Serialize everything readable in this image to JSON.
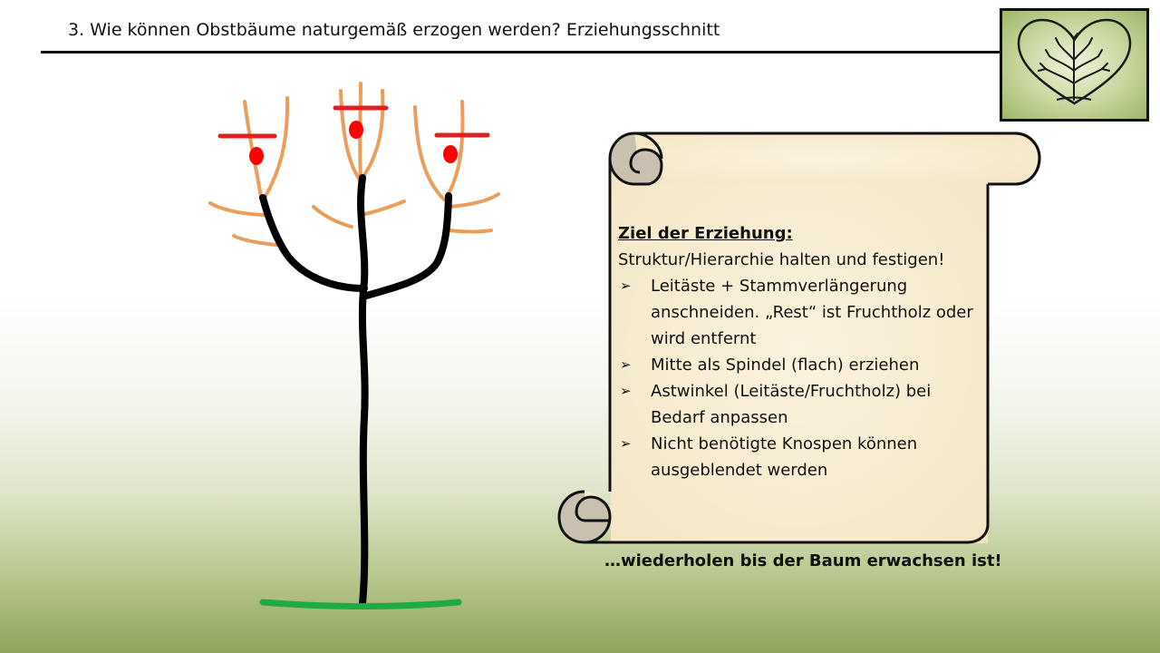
{
  "slide": {
    "title": "3. Wie können Obstbäume naturgemäß erzogen werden? Erziehungsschnitt"
  },
  "logo": {
    "icon": "heart-tree-icon"
  },
  "illustration": {
    "icon": "pruned-tree-icon",
    "colors": {
      "trunk": "#000000",
      "branches": "#eb9d5b",
      "cut_marks": "#e02020",
      "buds": "#ff0000",
      "ground": "#1faa45"
    }
  },
  "scroll": {
    "heading": "Ziel der Erziehung:",
    "subheading": "Struktur/Hierarchie halten und festigen!",
    "points": [
      "Leitäste + Stammverlängerung anschneiden. „Rest“ ist Fruchtholz oder wird entfernt",
      "Mitte als Spindel (flach) erziehen",
      "Astwinkel (Leitäste/Fruchtholz) bei Bedarf anpassen",
      "Nicht benötigte Knospen können ausgeblendet werden"
    ],
    "bullet_symbol": "➢"
  },
  "footer": {
    "note": "…wiederholen bis der Baum erwachsen ist!"
  }
}
